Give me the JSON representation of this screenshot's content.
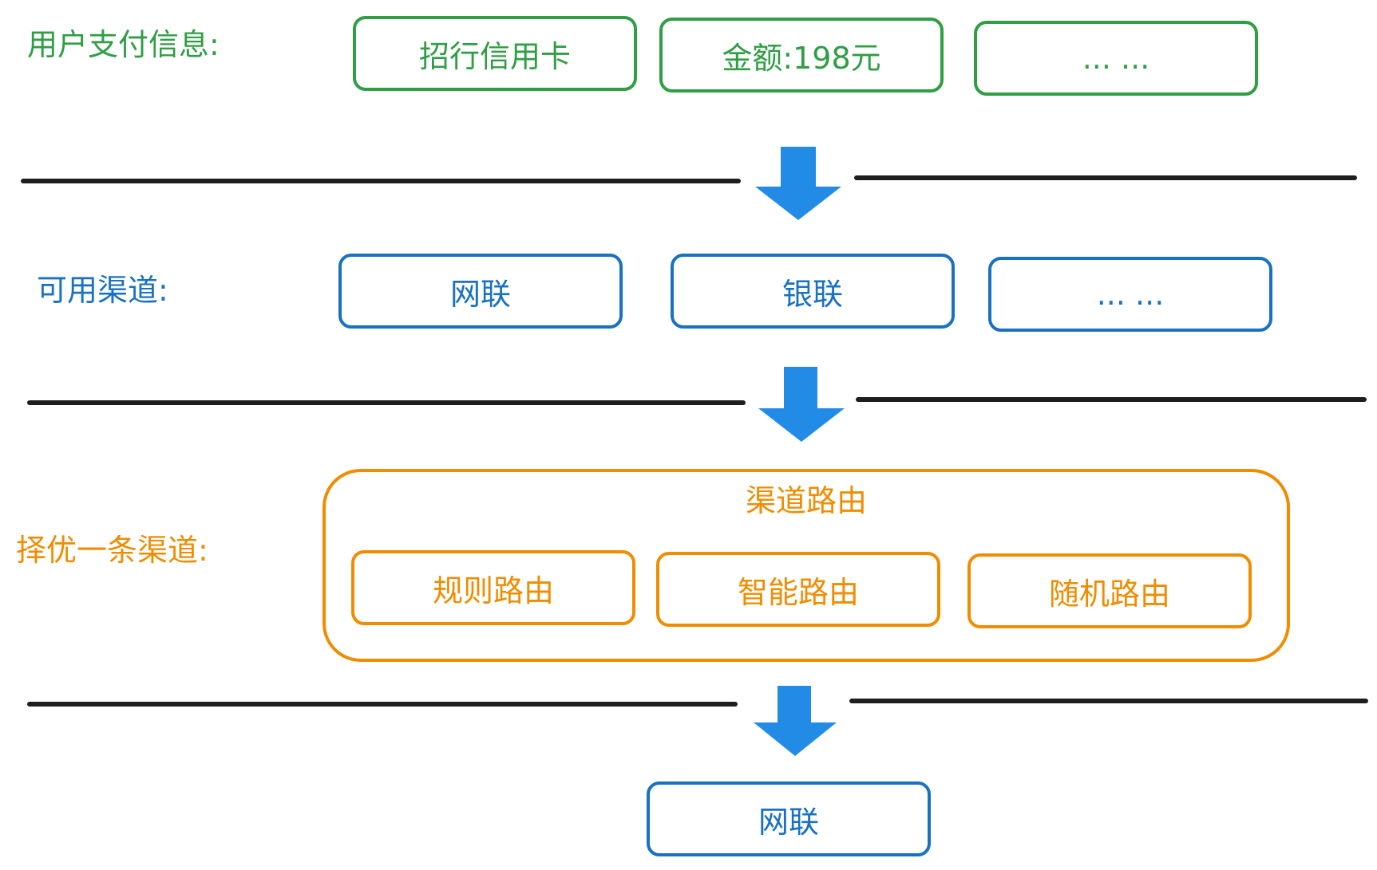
{
  "rows": {
    "payment_info": {
      "label": "用户支付信息:",
      "boxes": [
        "招行信用卡",
        "金额:198元",
        "... ..."
      ]
    },
    "available_channels": {
      "label": "可用渠道:",
      "boxes": [
        "网联",
        "银联",
        "... ..."
      ]
    },
    "select_channel": {
      "label": "择优一条渠道:",
      "group_title": "渠道路由",
      "boxes": [
        "规则路由",
        "智能路由",
        "随机路由"
      ]
    },
    "result": {
      "box": "网联"
    }
  },
  "colors": {
    "green": "#2f9e44",
    "blue": "#1971c2",
    "orange": "#f08c00",
    "arrow": "#228be6",
    "divider": "#1e1e1e"
  },
  "icons": [
    "down-arrow-icon"
  ]
}
